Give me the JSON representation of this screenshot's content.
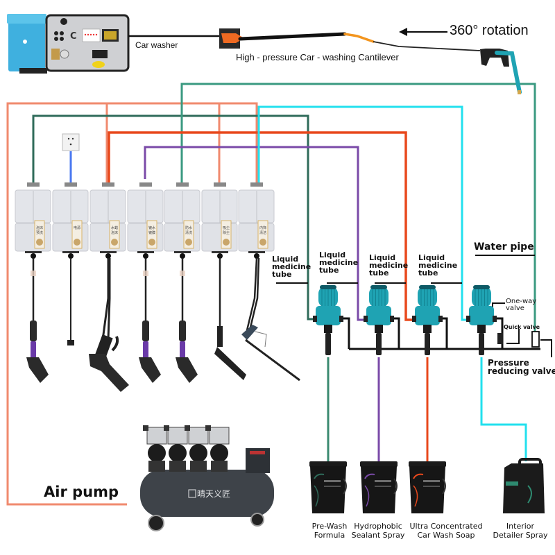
{
  "title": "Car wash station piping diagram",
  "colors": {
    "air_line": "#f08a6e",
    "green_dark": "#2f6b5a",
    "green_water": "#3a9a80",
    "red_orange": "#e8481c",
    "purple": "#7a4aa8",
    "cyan": "#22e0ee",
    "blue_power": "#4a78f0",
    "pump_teal": "#1fa3b3",
    "black": "#111111"
  },
  "top": {
    "car_washer_label": "Car washer",
    "cantilever_label": "High - pressure Car - washing Cantilever",
    "rotation_label": "360° rotation"
  },
  "units": [
    {
      "id": 1,
      "name": "泡沫预洗",
      "hose": "foam-gun-purple",
      "pipe": "green_dark"
    },
    {
      "id": 2,
      "name": "电源",
      "hose": "power",
      "pipe": "blue_power"
    },
    {
      "id": 3,
      "name": "水蜡泡沫",
      "hose": "wax-foam-gun",
      "pipe": "red_orange"
    },
    {
      "id": 4,
      "name": "镀水镀膜",
      "hose": "foam-gun-purple",
      "pipe": "purple"
    },
    {
      "id": 5,
      "name": "防水清洗",
      "hose": "foam-gun-purple",
      "pipe": "green_water"
    },
    {
      "id": 6,
      "name": "吸尘除尘",
      "hose": "air-blow-gun",
      "pipe": "air_line"
    },
    {
      "id": 7,
      "name": "内饰清洁",
      "hose": "spray-gun",
      "pipe": "cyan"
    }
  ],
  "labels": {
    "liquid_tube": "Liquid\nmedicine\ntube",
    "water_pipe": "Water pipe",
    "one_way_valve": "One-way\nvalve",
    "quick_valve": "Quick valve",
    "pressure_reducing_valve": "Pressure\nreducing valve",
    "air_pump": "Air pump",
    "compressor_brand": "晴天义匠"
  },
  "products": [
    {
      "name": "Pre-Wash\nFormula",
      "color": "green_dark",
      "type": "bucket"
    },
    {
      "name": "Hydrophobic\nSealant Spray",
      "color": "purple",
      "type": "bucket"
    },
    {
      "name": "Ultra Concentrated\nCar Wash Soap",
      "color": "red_orange",
      "type": "bucket"
    },
    {
      "name": "Interior\nDetailer Spray",
      "color": "cyan",
      "type": "jug"
    }
  ]
}
